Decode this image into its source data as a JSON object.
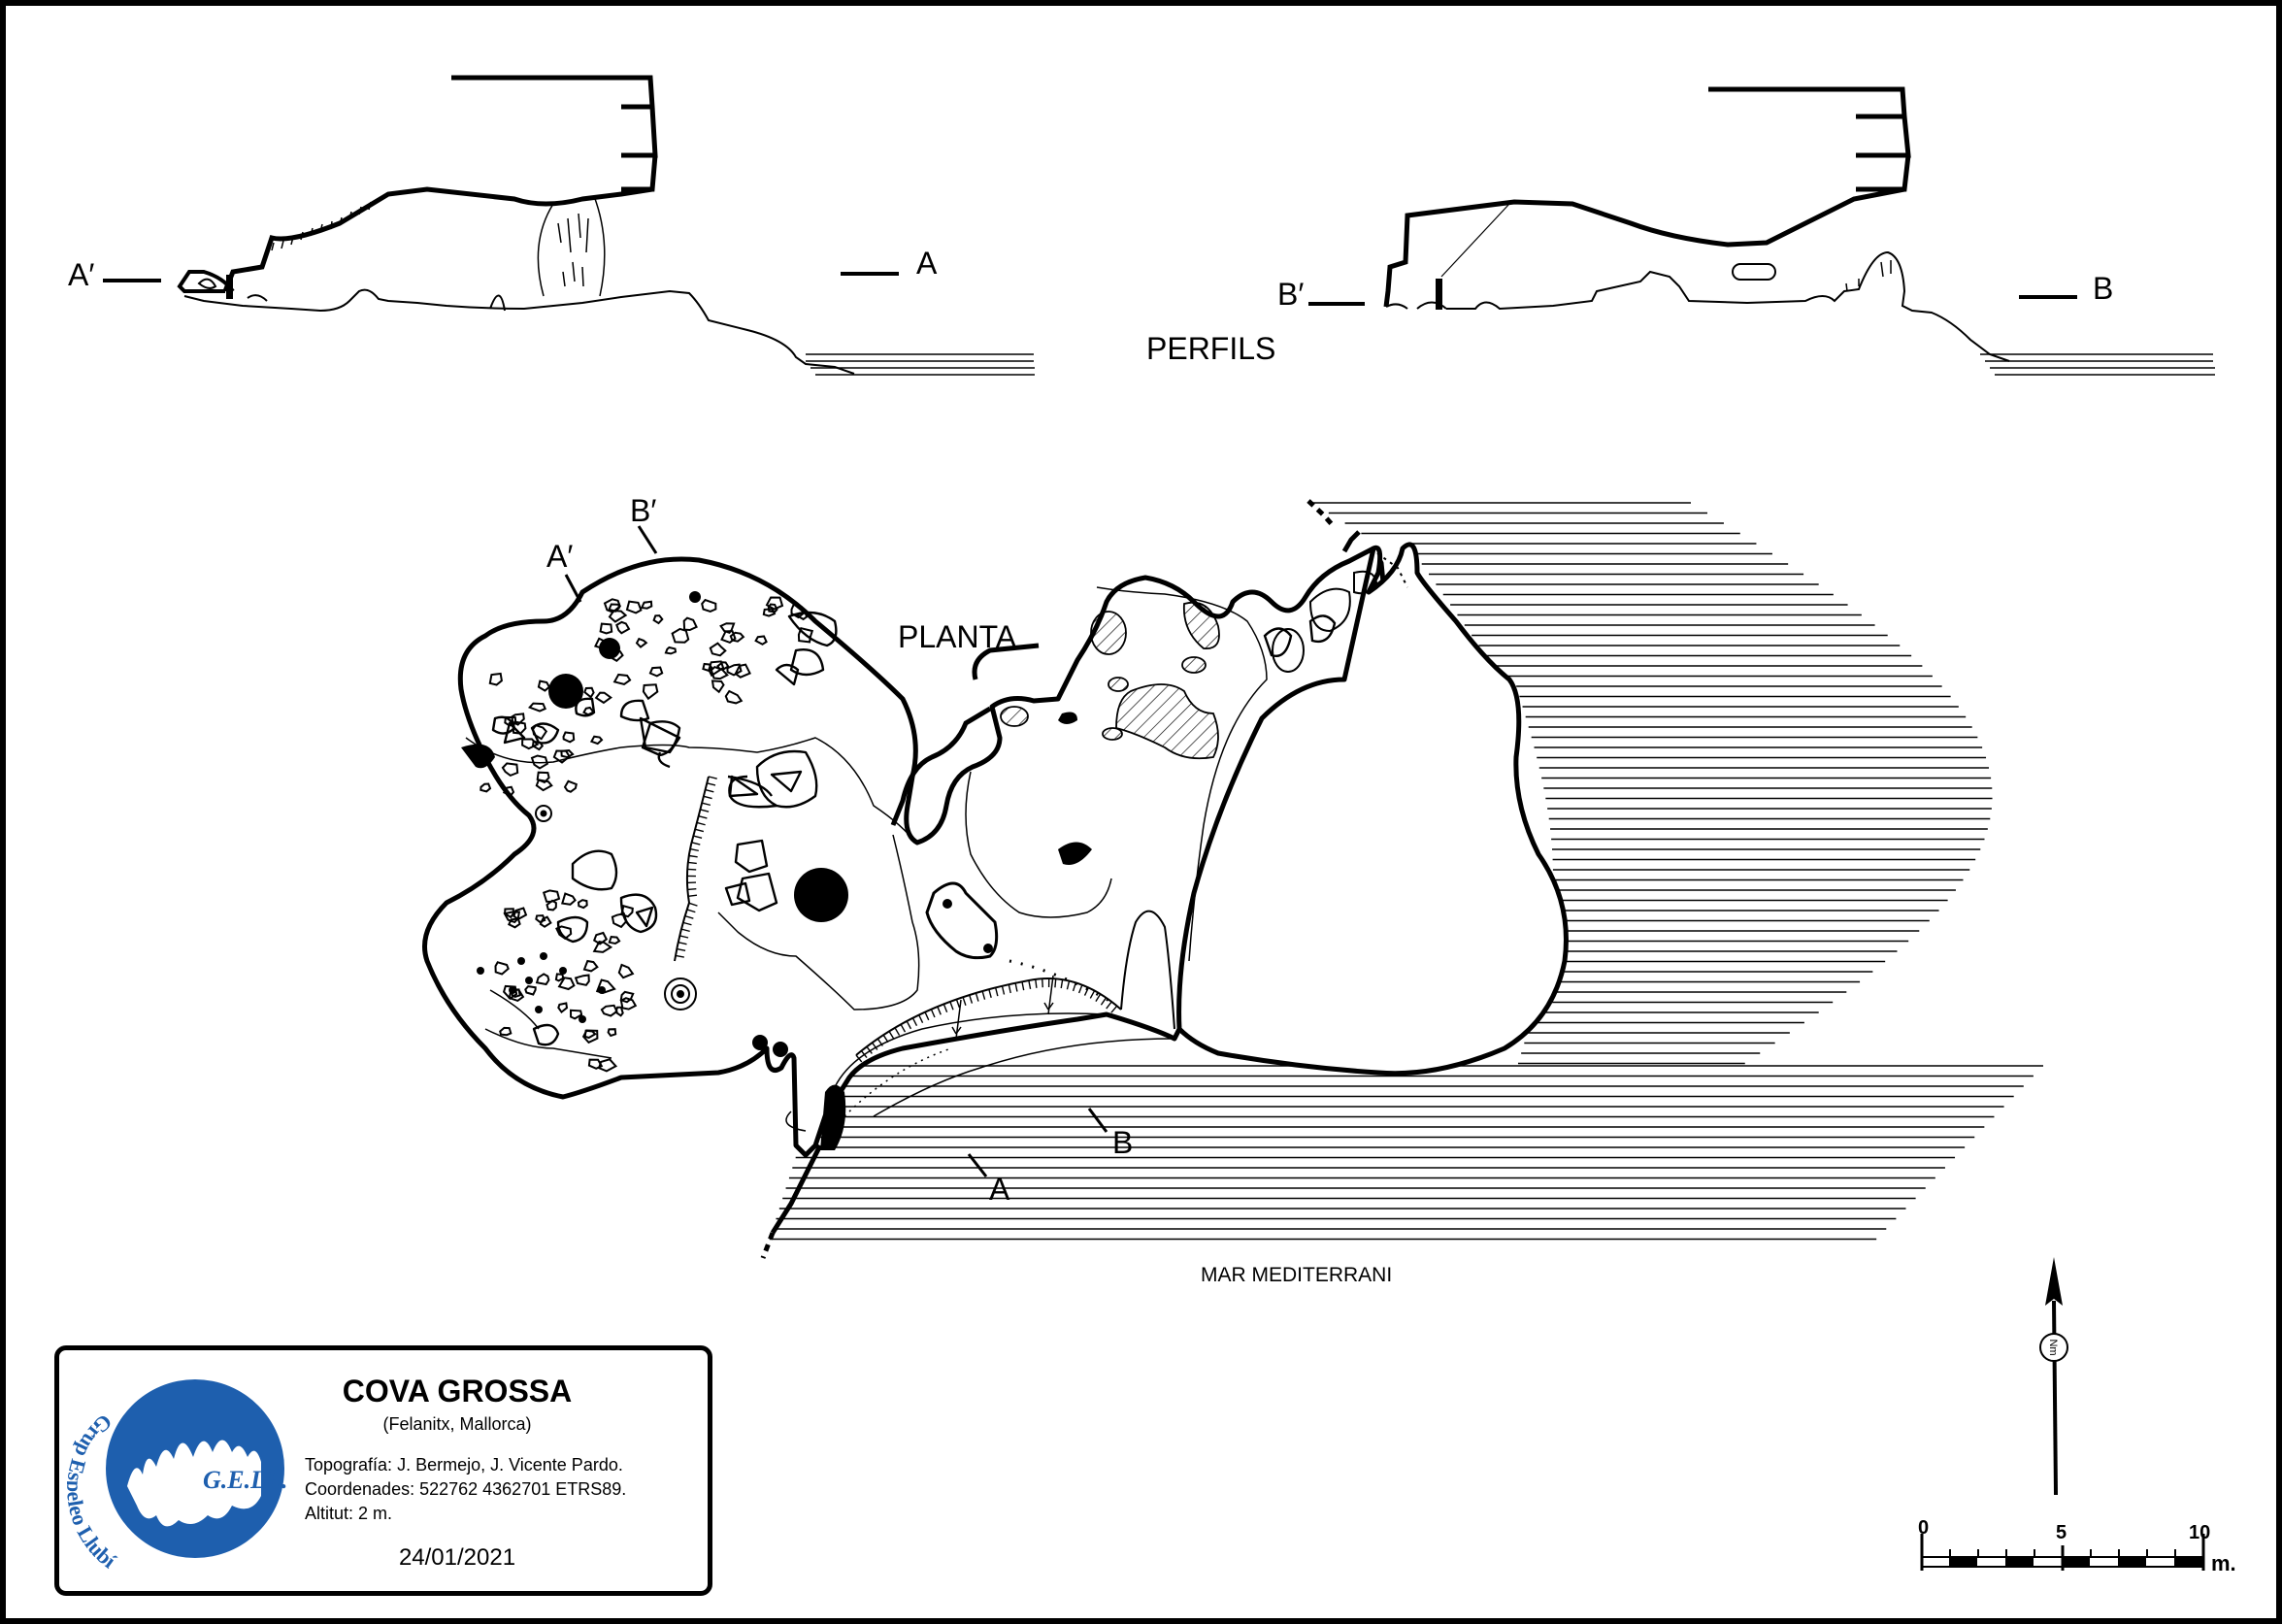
{
  "profiles": {
    "title": "PERFILS",
    "section_a_start": "A′",
    "section_a_end": "A",
    "section_b_start": "B′",
    "section_b_end": "B"
  },
  "plan": {
    "title": "PLANTA",
    "marker_a_start": "A′",
    "marker_b_start": "B′",
    "marker_a_end": "A",
    "marker_b_end": "B",
    "sea_label": "MAR MEDITERRANI"
  },
  "north_arrow": {
    "label": "Nm"
  },
  "scale_bar": {
    "ticks": [
      "0",
      "5",
      "10"
    ],
    "unit": "m."
  },
  "cartouche": {
    "title": "COVA GROSSA",
    "subtitle": "(Felanitx, Mallorca)",
    "topography": "Topografía: J. Bermejo, J. Vicente Pardo.",
    "coordinates": "Coordenades:  522762 4362701 ETRS89.",
    "altitude": "Altitut: 2 m.",
    "date": "24/01/2021",
    "logo_text": "G.E.LL.",
    "logo_arc_text": "Grup Espeleo Llubí",
    "logo_color": "#1e5fae"
  }
}
